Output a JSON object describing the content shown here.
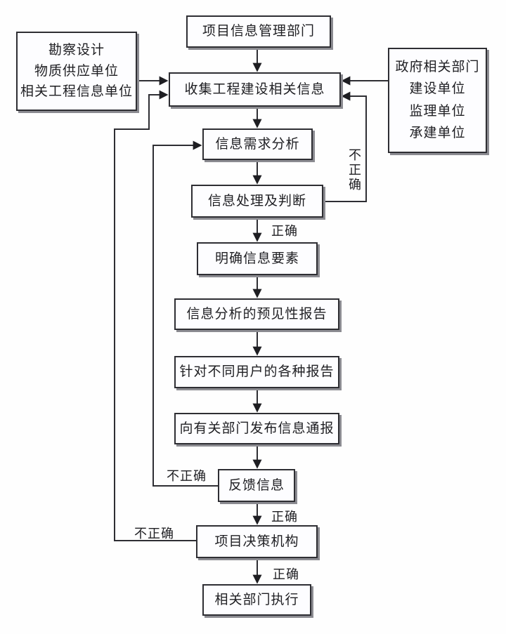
{
  "diagram": {
    "nodes": {
      "dept": "项目信息管理部门",
      "collect": "收集工程建设相关信息",
      "demand": "信息需求分析",
      "process": "信息处理及判断",
      "clarify": "明确信息要素",
      "forecast": "信息分析的预见性报告",
      "reports": "针对不同用户的各种报告",
      "notify": "向有关部门发布信息通报",
      "feedback": "反馈信息",
      "decision": "项目决策机构",
      "execute": "相关部门执行"
    },
    "left_sources": {
      "lines": [
        "勘察设计",
        "物质供应单位",
        "相关工程信息单位"
      ]
    },
    "right_sources": {
      "lines": [
        "政府相关部门",
        "建设单位",
        "监理单位",
        "承建单位"
      ]
    },
    "edge_labels": {
      "process_ok": "正确",
      "feedback_ok": "正确",
      "decision_ok": "正确",
      "process_no": "不正确",
      "feedback_no": "不正确",
      "decision_no": "不正确"
    },
    "colors": {
      "line": "#2e2e33",
      "box_border": "#2e2e33",
      "box_bg": "#fdfdff",
      "shadow": "#8b8b91",
      "text": "#1e1e22",
      "background": "#fefefe"
    }
  }
}
